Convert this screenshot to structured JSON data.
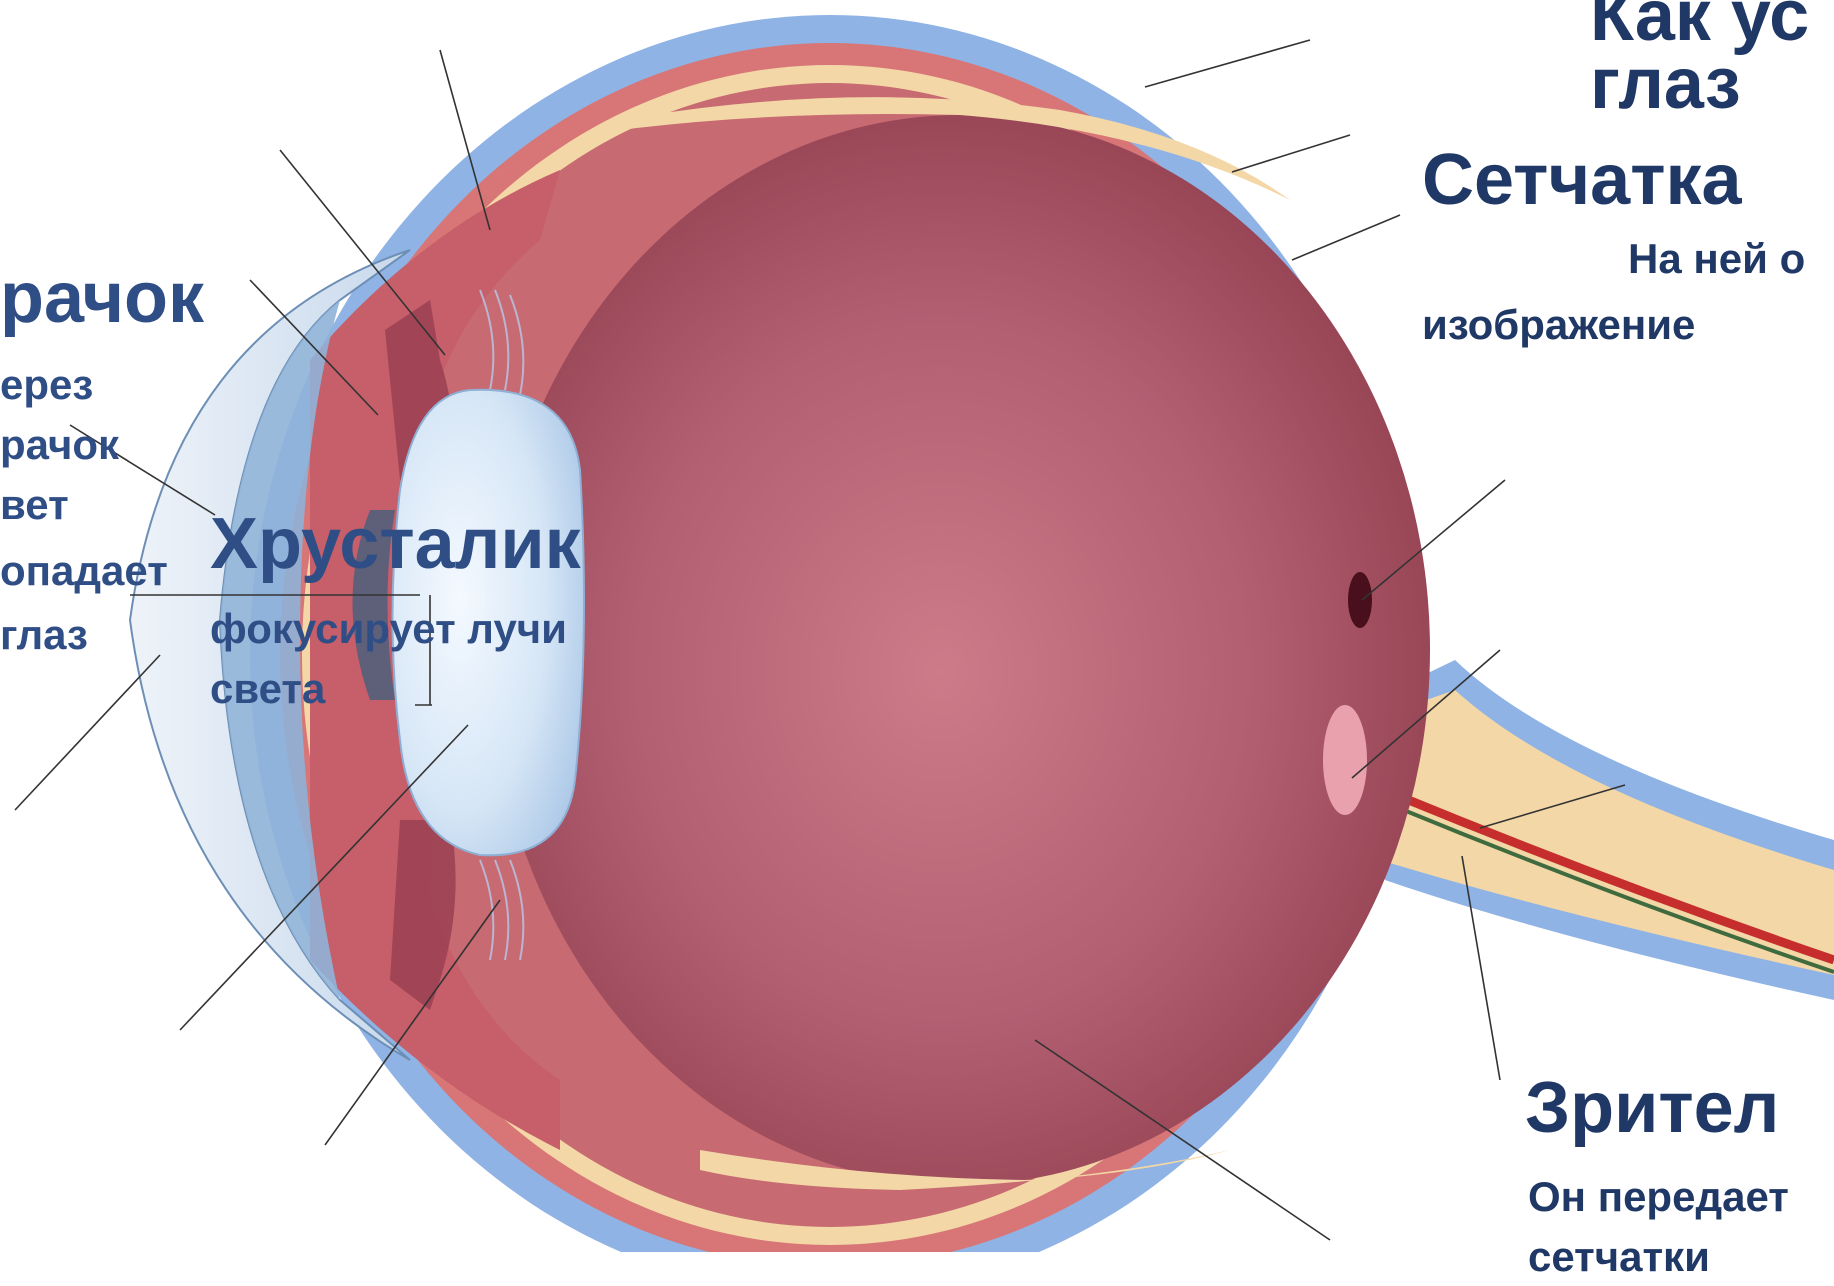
{
  "colors": {
    "outer_sclera": "#8fb3e5",
    "choroid": "#d87677",
    "retina_layer": "#f3d7a6",
    "vitreous_center": "#c87585",
    "vitreous_edge": "#8f3d4c",
    "lens": "#d9e8f7",
    "cornea": "#e5eef8",
    "heading_text": "#1f3866",
    "body_text": "#2f4e86"
  },
  "labels": {
    "title_fragment": "Как ус",
    "title_word": "глаз",
    "retina_title": "Сетчатка",
    "retina_desc_line1": "На ней о",
    "retina_desc_line2": "изображение",
    "pupil_title": "рачок",
    "pupil_desc_line1": "ерез",
    "pupil_desc_line2": "рачок",
    "pupil_desc_line3": "вет",
    "pupil_desc_line4": "опадает",
    "pupil_desc_line5": "глаз",
    "lens_title": "Хрусталик",
    "lens_desc_line1": "фокусирует лучи",
    "lens_desc_line2": "света",
    "nerve_title": "Зрител",
    "nerve_desc_line1": "Он передает",
    "nerve_desc_line2": "сетчатки"
  },
  "icons": {
    "eye_illustration": "eye-cross-section-icon"
  }
}
